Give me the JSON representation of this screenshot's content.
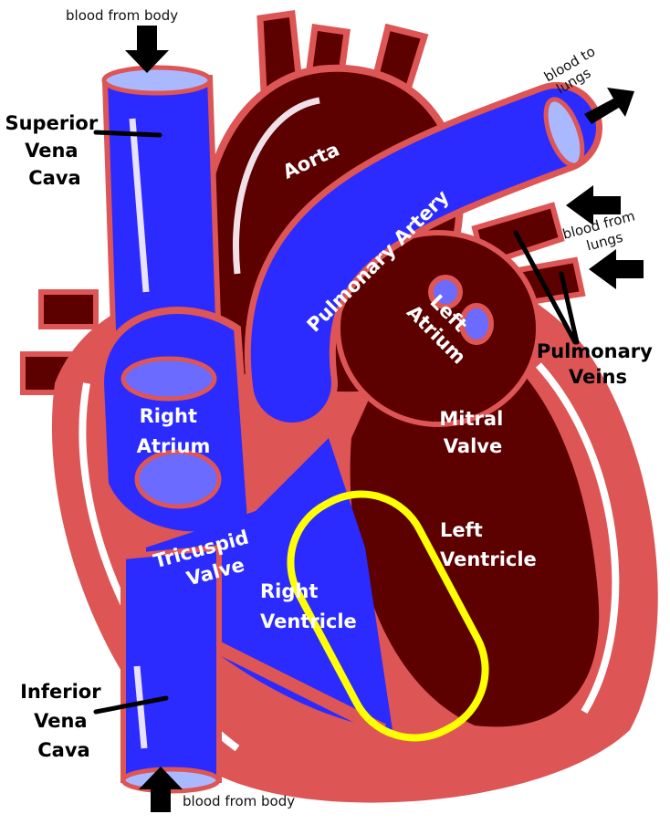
{
  "colors": {
    "muscle_red": "#dd5555",
    "oxygenated_dark": "#5c0000",
    "deoxygenated_blue": "#2b2bff",
    "highlight_blue": "#6b6bff",
    "septum_outline": "#ffff00"
  },
  "labels": {
    "blood_from_body_top": "blood from body",
    "superior_vena_cava": [
      "Superior",
      "Vena",
      "Cava"
    ],
    "aorta": "Aorta",
    "pulmonary_artery": "Pulmonary Artery",
    "blood_to_lungs": [
      "blood to",
      "lungs"
    ],
    "blood_from_lungs": [
      "blood from",
      "lungs"
    ],
    "left_atrium": [
      "Left",
      "Atrium"
    ],
    "pulmonary_veins": [
      "Pulmonary",
      "Veins"
    ],
    "right_atrium": [
      "Right",
      "Atrium"
    ],
    "mitral_valve": [
      "Mitral",
      "Valve"
    ],
    "tricuspid_valve": [
      "Tricuspid",
      "Valve"
    ],
    "left_ventricle": [
      "Left",
      "Ventricle"
    ],
    "right_ventricle": [
      "Right",
      "Ventricle"
    ],
    "inferior_vena_cava": [
      "Inferior",
      "Vena",
      "Cava"
    ],
    "blood_from_body_bottom": "blood from body"
  }
}
